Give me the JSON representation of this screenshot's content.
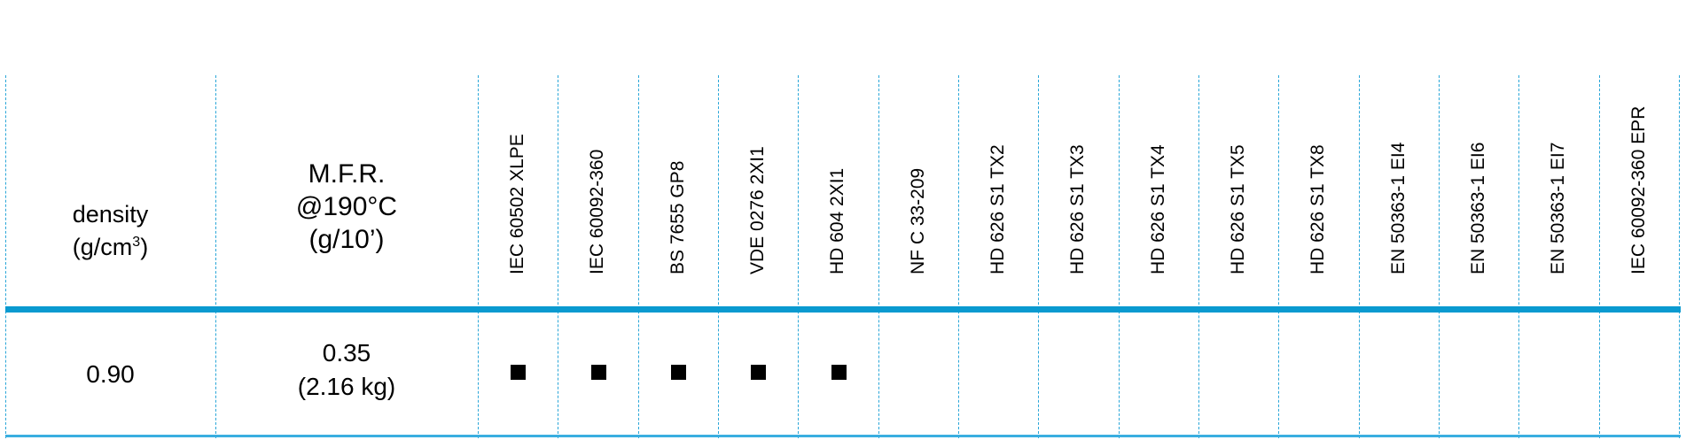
{
  "headers": {
    "density": {
      "label": "density",
      "unit_prefix": "(g/cm",
      "unit_sup": "3",
      "unit_suffix": ")"
    },
    "mfr": {
      "line1": "M.F.R.",
      "line2": "@190°C",
      "line3": "(g/10’)"
    },
    "standards": [
      "IEC 60502 XLPE",
      "IEC 60092-360",
      "BS 7655 GP8",
      "VDE 0276 2XI1",
      "HD 604 2XI1",
      "NF C 33-209",
      "HD 626 S1 TX2",
      "HD 626 S1 TX3",
      "HD 626 S1 TX4",
      "HD 626 S1 TX5",
      "HD 626 S1 TX8",
      "EN 50363-1 EI4",
      "EN 50363-1 EI6",
      "EN 50363-1 EI7",
      "IEC 60092-360 EPR"
    ]
  },
  "row": {
    "density": "0.90",
    "mfr_line1": "0.35",
    "mfr_line2": "(2.16 kg)",
    "compliance": [
      true,
      true,
      true,
      true,
      true,
      false,
      false,
      false,
      false,
      false,
      false,
      false,
      false,
      false,
      false
    ]
  },
  "colors": {
    "rule": "#0a9ad0",
    "dashed": "#2aa6d8",
    "mark": "#000000"
  }
}
